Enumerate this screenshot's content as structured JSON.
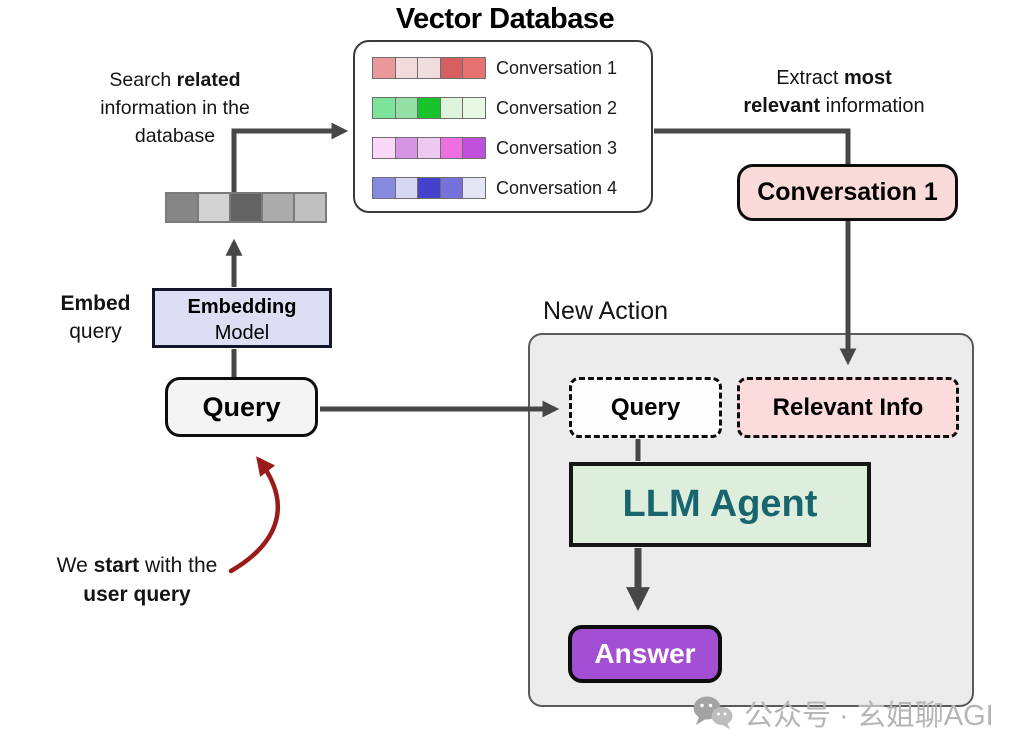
{
  "title": "Vector Database",
  "vector_db": {
    "rows": [
      {
        "label": "Conversation 1",
        "colors": [
          "#e89a9b",
          "#f2d9da",
          "#f0dede",
          "#d35f60",
          "#e57170"
        ]
      },
      {
        "label": "Conversation 2",
        "colors": [
          "#7ce39a",
          "#93dfa4",
          "#19c32b",
          "#dcf3dc",
          "#e7f9e1"
        ]
      },
      {
        "label": "Conversation 3",
        "colors": [
          "#f8d7f8",
          "#d494e2",
          "#edc9f1",
          "#ed6fe0",
          "#c050dc"
        ]
      },
      {
        "label": "Conversation 4",
        "colors": [
          "#8589e0",
          "#d6d7f2",
          "#4441cd",
          "#7572dc",
          "#e3e4f6"
        ]
      }
    ]
  },
  "query_vector": {
    "colors": [
      "#868686",
      "#d3d3d3",
      "#636363",
      "#ababab",
      "#bfbfbf"
    ]
  },
  "notes": {
    "search": {
      "line1_pre": "Search ",
      "line1_bold": "related",
      "line2": "information in the",
      "line3": "database"
    },
    "embed": {
      "line1": "Embed",
      "line2": "query"
    },
    "extract": {
      "line1_pre": "Extract ",
      "line1_bold": "most",
      "line2_bold": "relevant",
      "line2_post": " information"
    },
    "start": {
      "line1_pre": "We ",
      "line1_bold": "start",
      "line1_post": " with the",
      "line2": "user query"
    }
  },
  "boxes": {
    "embedding_model": {
      "line1": "Embedding",
      "line2": "Model"
    },
    "query": "Query",
    "conversation1": "Conversation 1",
    "new_action_label": "New Action",
    "dashed_query": "Query",
    "relevant_info": "Relevant Info",
    "llm_agent": "LLM Agent",
    "answer": "Answer"
  },
  "watermark": {
    "icon": "wechat-icon",
    "text": "公众号 · 玄姐聊AGI"
  },
  "colors": {
    "connector": "#474747",
    "red_arrow": "#9b1b1b",
    "embedding_fill": "#dcdff4",
    "query_fill": "#f4f4f4",
    "pink_fill": "#fbdada",
    "new_action_fill": "#ececec",
    "llm_fill": "#ddeedd",
    "llm_text": "#19656f",
    "answer_fill": "#a24fd4",
    "watermark_gray": "#b5b5b5"
  }
}
